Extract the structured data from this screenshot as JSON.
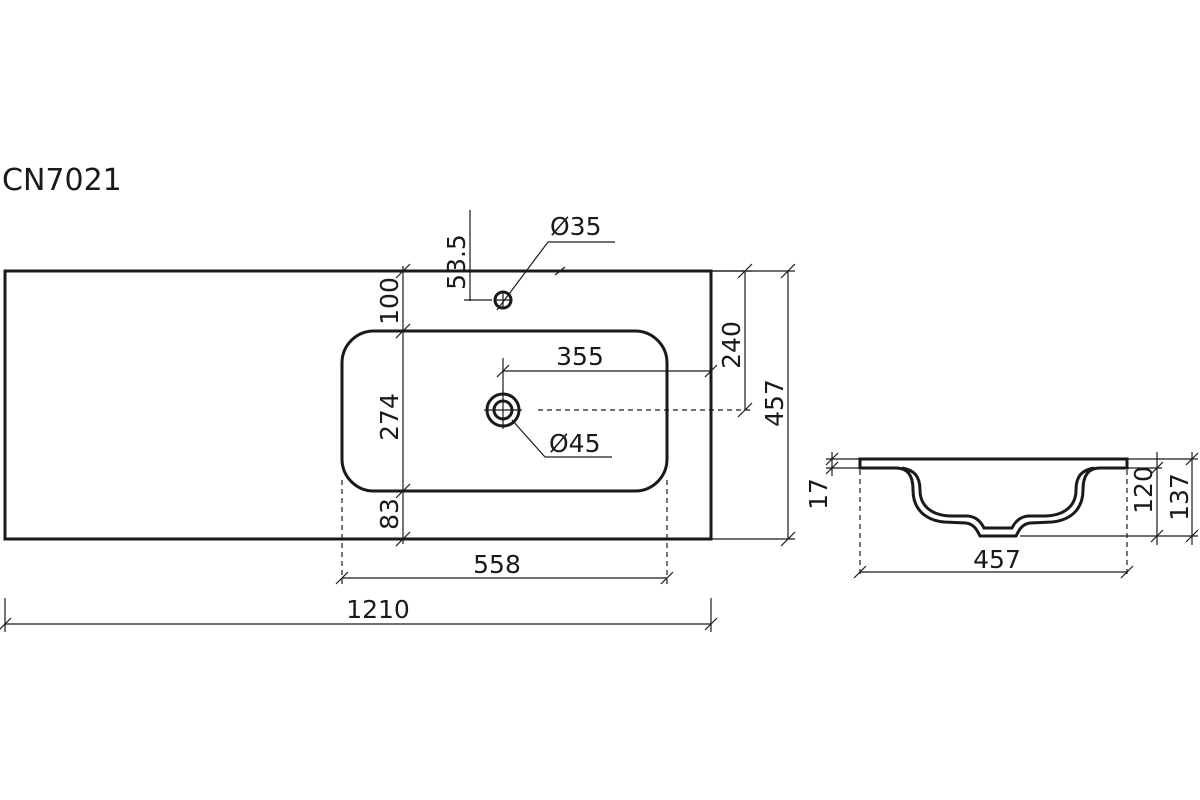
{
  "model": "CN7021",
  "top_view": {
    "overall_width": "1210",
    "overall_depth": "457",
    "bowl_width": "558",
    "bowl_depth": "274",
    "bowl_back_offset": "100",
    "bowl_front_offset": "83",
    "drain_center_depth": "240",
    "drain_offset_from_side": "355",
    "faucet_offset": "53.5",
    "faucet_hole_diameter": "Ø35",
    "drain_diameter": "Ø45"
  },
  "side_view": {
    "depth": "457",
    "slab_thickness": "17",
    "bowl_height": "120",
    "total_height": "137"
  },
  "colors": {
    "line": "#1a1a1a",
    "background": "#ffffff"
  }
}
